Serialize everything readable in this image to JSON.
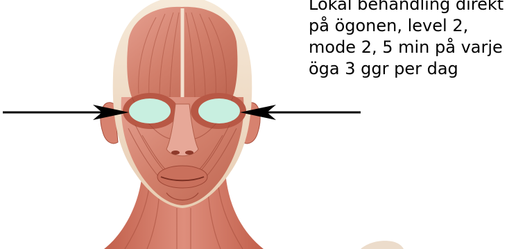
{
  "caption": {
    "lines": [
      "Lokal behandling direkt",
      "på ögonen, level 2,",
      "mode 2, 5 min på varje",
      "öga 3 ggr per dag"
    ]
  },
  "colors": {
    "eye_pad": "#c8efe0",
    "muscle": "#d98471",
    "muscle_dark": "#a94a38",
    "skin": "#f3e1cf",
    "arrow": "#000000",
    "text": "#000000"
  },
  "icons": {
    "left_arrow": "arrow-right-icon",
    "right_arrow": "arrow-left-icon"
  }
}
